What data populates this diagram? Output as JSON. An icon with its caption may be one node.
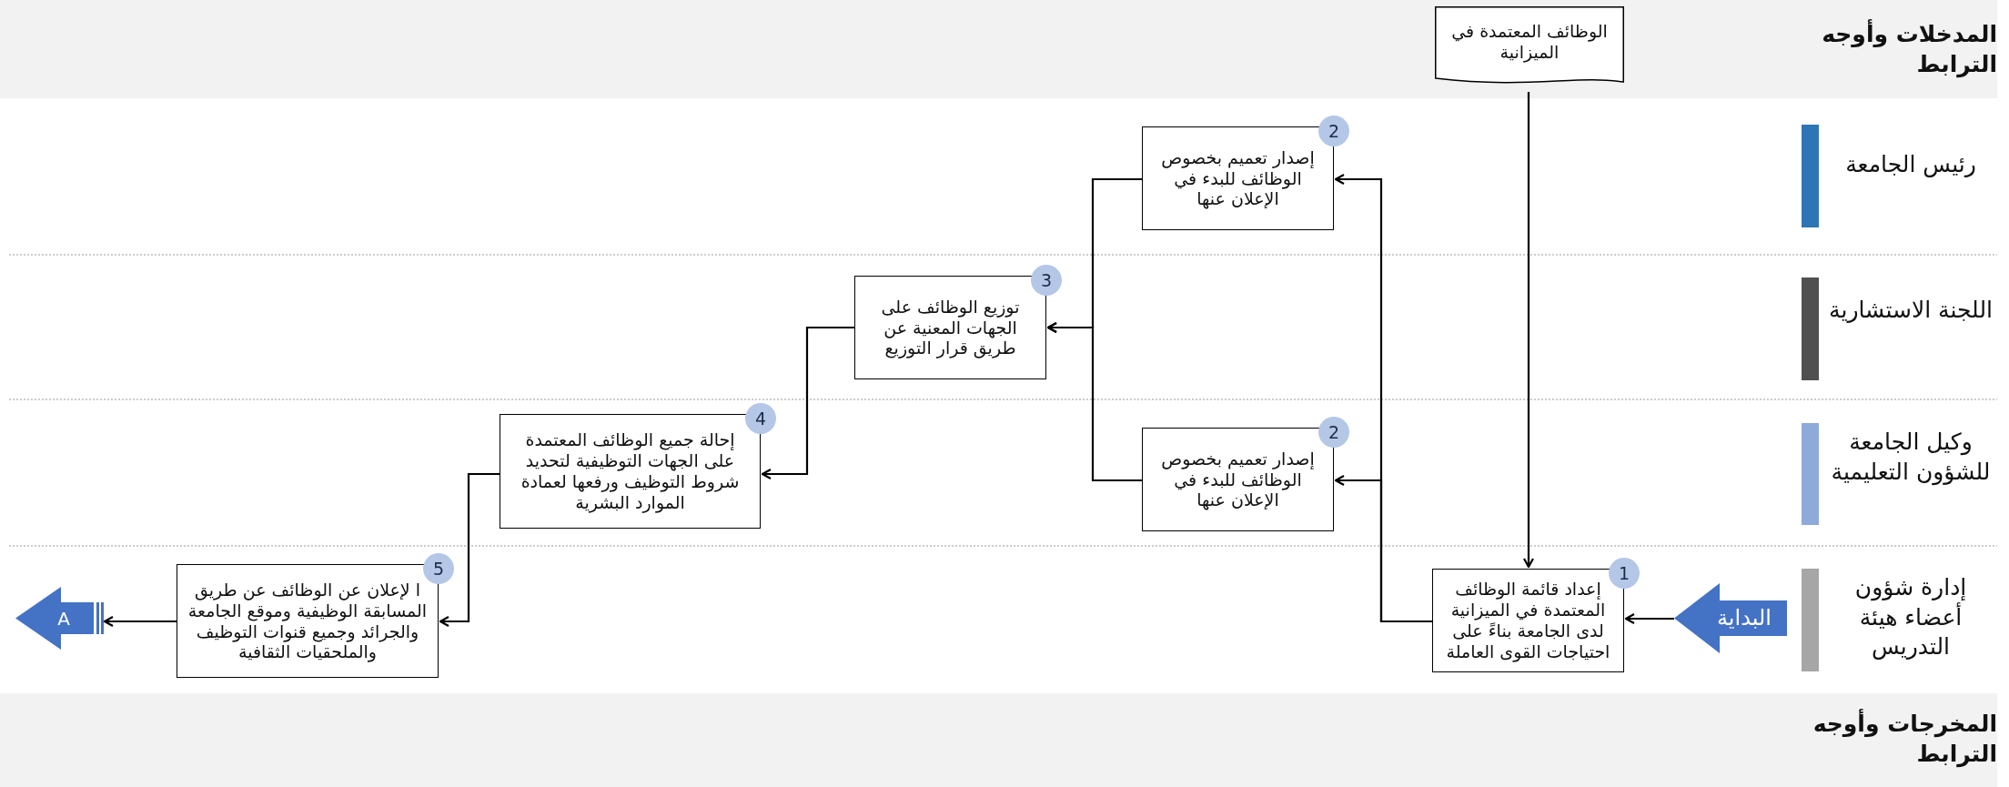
{
  "diagram": {
    "nodes": [
      {
        "text": [
          "الوظائف المعتمدة في الميزانية"
        ]
      },
      {
        "text": [
          "إعداد قائمة الوظائف المعتمدة في الميزانية لدى الجامعة بناءً على احتياجات القوى العاملة"
        ],
        "beside": [
          "1"
        ]
      },
      {
        "text": [
          "إصدار تعميم بخصوص الوظائف للبدء في الإعلان عنها"
        ],
        "beside": [
          "2"
        ]
      },
      {
        "text": [
          "توزيع الوظائف على الجهات المعنية عن طريق قرار التوزيع"
        ],
        "beside": [
          "3"
        ]
      },
      {
        "text": [
          "إصدار تعميم بخصوص الوظائف للبدء في الإعلان عنها"
        ],
        "beside": [
          "2"
        ]
      },
      {
        "text": [
          "إحالة جميع الوظائف المعتمدة على الجهات التوظيفية لتحديد شروط التوظيف ورفعها لعمادة الموارد البشرية"
        ],
        "beside": [
          "4"
        ]
      },
      {
        "text": [
          "ا لإعلان عن الوظائف عن طريق المسابقة الوظيفية وموقع الجامعة والجرائد وجميع قنوات التوظيف والملحقيات الثقافية"
        ],
        "beside": [
          "5"
        ]
      },
      {
        "text": [
          "البداية"
        ]
      },
      {
        "text": [
          "A"
        ]
      }
    ],
    "edges": [
      {
        "from": 0,
        "to": 1,
        "arrow": "to"
      },
      {
        "from": 7,
        "to": 1,
        "arrow": "to"
      },
      {
        "from": 1,
        "to": 2,
        "arrow": "to"
      },
      {
        "from": 1,
        "to": 4,
        "arrow": "to"
      },
      {
        "from": 2,
        "to": 3,
        "arrow": "to"
      },
      {
        "from": 4,
        "to": 3,
        "arrow": "to"
      },
      {
        "from": 3,
        "to": 5,
        "arrow": "to"
      },
      {
        "from": 5,
        "to": 6,
        "arrow": "to"
      },
      {
        "from": 6,
        "to": 8,
        "arrow": "to"
      }
    ],
    "labels": [
      "المدخلات وأوجه الترابط",
      "رئيس الجامعة",
      "اللجنة الاستشارية",
      "وكيل الجامعة للشؤون التعليمية",
      "إدارة شؤون أعضاء هيئة التدريس",
      "المخرجات وأوجه الترابط"
    ]
  }
}
